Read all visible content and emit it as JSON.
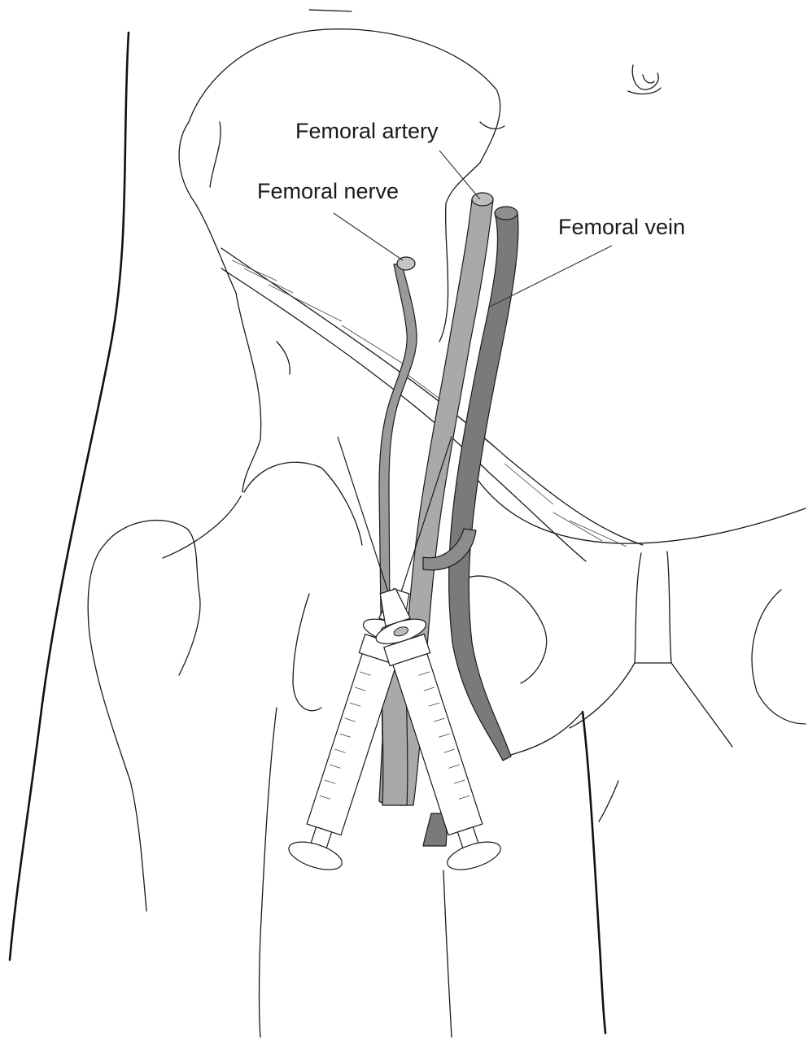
{
  "labels": {
    "artery": "Femoral artery",
    "nerve": "Femoral nerve",
    "vein": "Femoral vein"
  },
  "colors": {
    "artery": "#a9a9a9",
    "vein": "#7a7a7a",
    "nerve": "#9a9a9a",
    "outline": "#1a1a1a",
    "background": "#ffffff"
  },
  "icons": [
    "orientation-symbol-icon",
    "syringe-icon"
  ]
}
